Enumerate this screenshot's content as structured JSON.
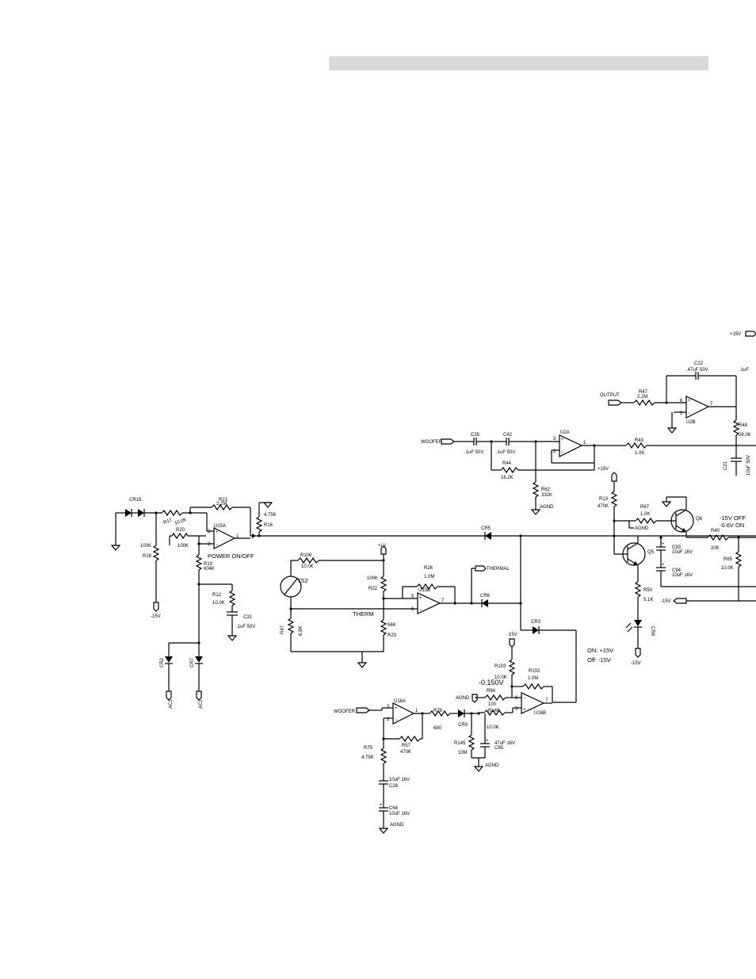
{
  "page": {
    "header_bar_color": "#d9d9d9"
  },
  "schematic": {
    "labels": {
      "plus15v_top": "+15V",
      "c22": "C22",
      "c22_val": ".47uF 50V",
      "uf_top": ".1uF",
      "output_port": "OUTPUT",
      "r47_top": "R47",
      "r47_top_val": "2.2M",
      "u2b": "U2B",
      "r48": "R48",
      "r48_val": "28.0K",
      "c21": "C21",
      "c21_val": "10uF 50V",
      "woofer_port_1": "WOOFER",
      "c35": "C35",
      "c35_val": ".1uF 50V",
      "c42": "C42",
      "c42_val": ".1uF 50V",
      "u2a": "U2A",
      "r44": "R44",
      "r44_val": "16.2K",
      "r43": "R43",
      "r43_val": "1.0K",
      "r62": "R62",
      "r62_val": "332K",
      "agnd_1": "AGND",
      "plus15v_u2a": "+15V",
      "cr16": "CR16",
      "r17": "R17",
      "r17_val": "10.0K",
      "r21": "R21",
      "r21_val": "2.2M",
      "u15a": "U15A",
      "r16": "R16",
      "r16_val": "4.75K",
      "r20": "R20",
      "r20_val": "100K",
      "r18": "R18",
      "r18_val": "100K",
      "power_on_off": "POWER ON/OFF",
      "r19": "R19",
      "r19_val": "604K",
      "r12": "R12",
      "r12_val": "10.0K",
      "c31": "C31",
      "c31_val": ".1uF 50V",
      "minus15v_left": "-15V",
      "cr2": "CR2",
      "cr7": "CR7",
      "ac1": "AC1",
      "ac2": "AC2",
      "r106": "R106",
      "r106_val": "10.0K",
      "ts2": "TS2",
      "plus_lv": "+LV",
      "r22": "R22",
      "r22_val": "100K",
      "r26": "R26",
      "r26_val": "1.0M",
      "thermal": "THERMAL",
      "u15b": "U15B",
      "therm": "THERM",
      "r47_b": "R47",
      "r47_b_val": "6.8K",
      "r23": "R23",
      "r23_val": "56K",
      "cr5": "CR5",
      "cr6": "CR6",
      "cr3": "CR3",
      "r13": "R13",
      "r13_val": "470K",
      "r67": "R67",
      "r67_val": "1.0K",
      "agnd_2": "AGND",
      "q6": "Q6",
      "q5": "Q5",
      "state_off": "-15V OFF",
      "state_on": "-0.6V ON",
      "r40": "R40",
      "r40_val": "20K",
      "r65": "R65",
      "r65_val": "10.0K",
      "c93": "C93",
      "c93_val": "10uF 16V",
      "c94": "C94",
      "c94_val": "10uF 16V",
      "r50": "R50",
      "r50_val": "5.1K",
      "minus15v_mid": "-15V",
      "cr8": "CR8",
      "on_15": "ON: +15V",
      "off_15": "Off: -15V",
      "minus15v_led": "-15V",
      "minus15v_r103": "-15V",
      "r103": "R103",
      "r103_val": "10.0K",
      "r102": "R102",
      "r102_val": "1.0M",
      "volt_0150": "-0.150V",
      "agnd_3": "AGND",
      "r84": "R84",
      "r84_val": "100",
      "r148": "R148",
      "r148_val": "10.0K",
      "u16b": "U16B",
      "woofer_port_2": "WOOFER",
      "u16a": "U16A",
      "r78": "R78",
      "r78_val": "680",
      "cr9": "CR9",
      "r57": "R57",
      "r57_val": "470K",
      "r145": "R145",
      "r145_val": "10M",
      "c85": "C85",
      "c85_val": "47uF 16V",
      "agnd_4": "AGND",
      "r75": "R75",
      "r75_val": "4.75K",
      "c28": "C28",
      "c28_val": "10uF 16V",
      "c64": "C64",
      "c64_val": "10uF 16V",
      "agnd_5": "AGND"
    }
  }
}
